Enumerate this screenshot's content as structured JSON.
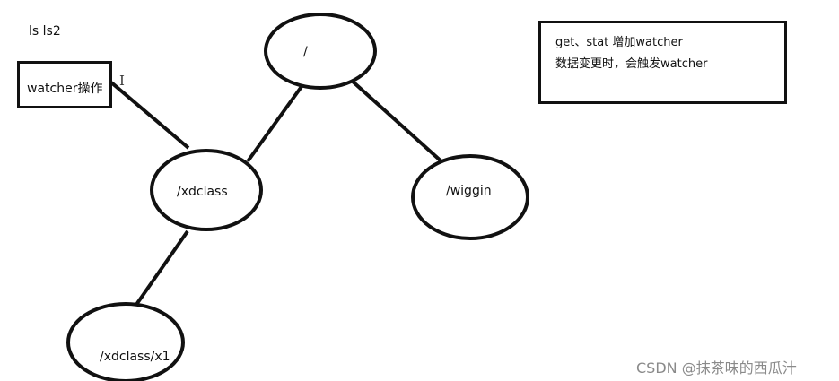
{
  "corner_text": "ls ls2",
  "watcher_box": {
    "label": "watcher操作"
  },
  "nodes": {
    "root": "/",
    "xdclass": "/xdclass",
    "wiggin": "/wiggin",
    "x1": "/xdclass/x1"
  },
  "note": {
    "line1": "get、stat 增加watcher",
    "line2": "数据变更时，会触发watcher"
  },
  "watermark": "CSDN @抹茶味的西瓜汁",
  "cursor_glyph": "I",
  "colors": {
    "stroke": "#111111",
    "background": "#ffffff",
    "watermark": "#8a8a8a"
  }
}
